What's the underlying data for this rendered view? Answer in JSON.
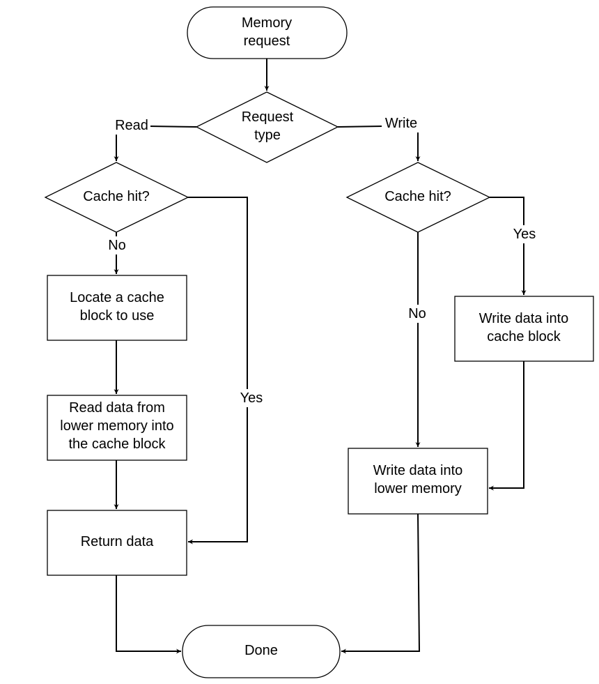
{
  "nodes": {
    "start": {
      "lines": [
        "Memory",
        "request"
      ]
    },
    "request_type": {
      "lines": [
        "Request",
        "type"
      ]
    },
    "read_cache_hit": {
      "lines": [
        "Cache hit?"
      ]
    },
    "write_cache_hit": {
      "lines": [
        "Cache hit?"
      ]
    },
    "locate_block": {
      "lines": [
        "Locate a cache",
        "block to use"
      ]
    },
    "read_lower": {
      "lines": [
        "Read data from",
        "lower memory into",
        "the cache block"
      ]
    },
    "return_data": {
      "lines": [
        "Return data"
      ]
    },
    "write_cache_block": {
      "lines": [
        "Write data into",
        "cache block"
      ]
    },
    "write_lower": {
      "lines": [
        "Write data into",
        "lower memory"
      ]
    },
    "done": {
      "lines": [
        "Done"
      ]
    }
  },
  "edge_labels": {
    "read": "Read",
    "write": "Write",
    "read_no": "No",
    "read_yes": "Yes",
    "write_yes": "Yes",
    "write_no": "No"
  },
  "colors": {
    "stroke": "#000000",
    "fill": "#ffffff",
    "text": "#000000"
  }
}
